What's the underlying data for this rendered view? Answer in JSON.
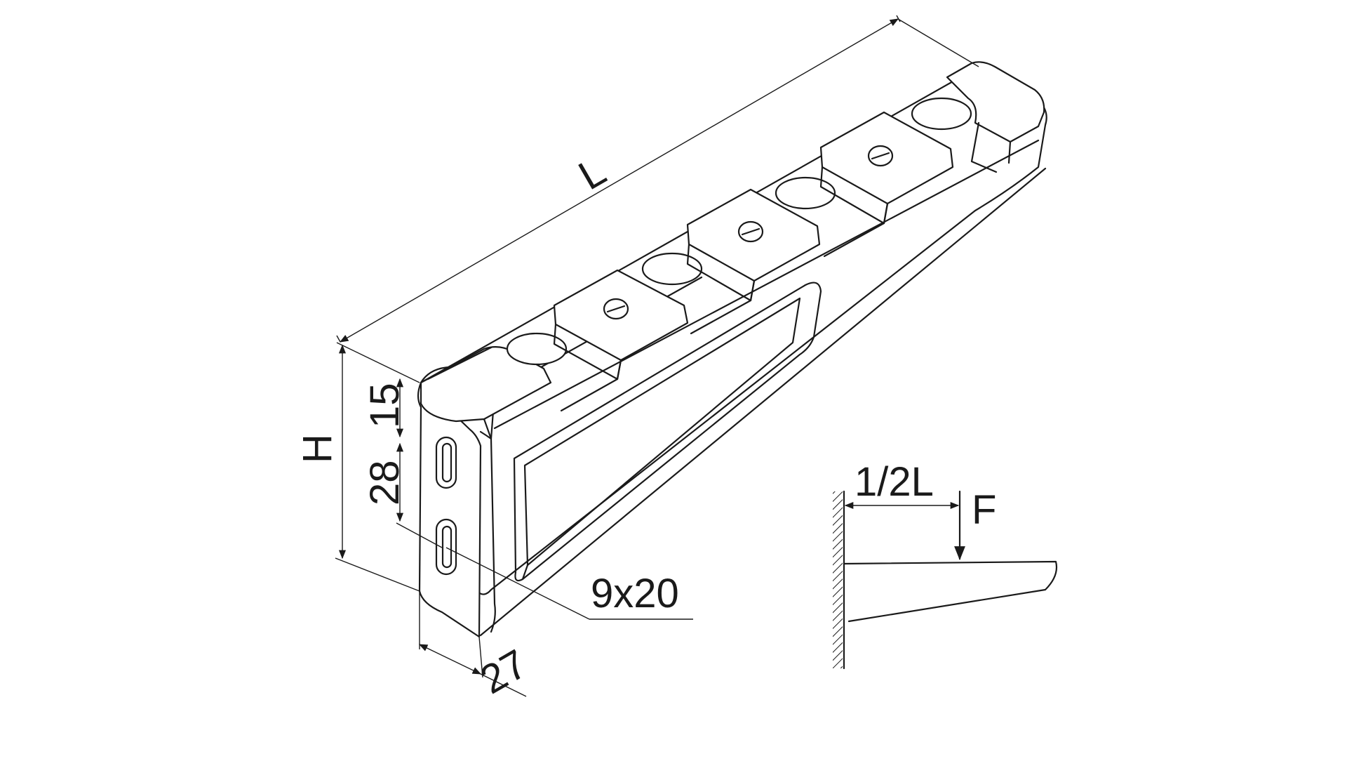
{
  "dimensions": {
    "length": "L",
    "height": "H",
    "top_offset": "15",
    "slot_spacing": "28",
    "slot_size": "9x20",
    "width": "27"
  },
  "load_diagram": {
    "position": "1/2L",
    "force": "F"
  }
}
